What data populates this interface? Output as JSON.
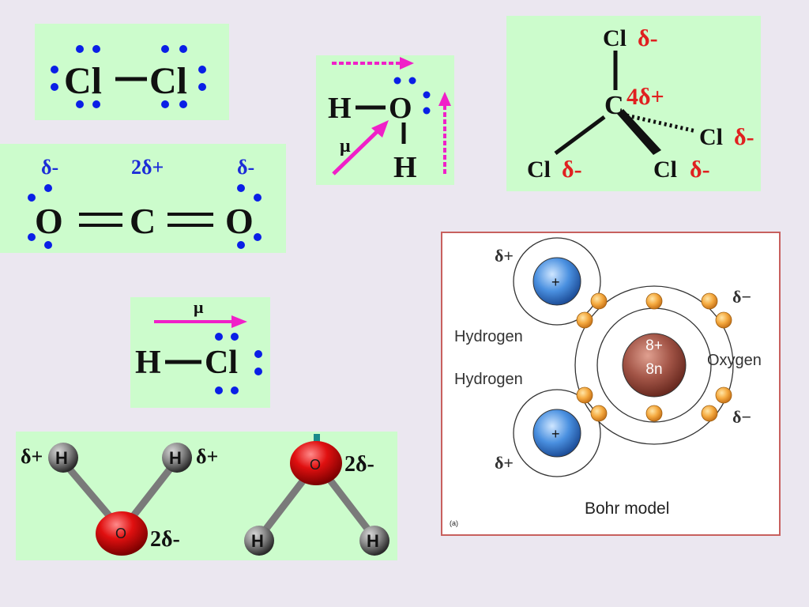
{
  "cl2": {
    "atom1": "Cl",
    "atom2": "Cl"
  },
  "co2": {
    "atom_left": "O",
    "atom_center": "C",
    "atom_right": "O",
    "charge_left": "δ-",
    "charge_center": "2δ+",
    "charge_right": "δ-"
  },
  "water_lewis": {
    "atom_h_top": "H",
    "atom_o": "O",
    "atom_h_bottom": "H",
    "dipole_symbol": "μ"
  },
  "ccl4": {
    "atom_c": "C",
    "charge_c": "4δ+",
    "cl_top": "Cl",
    "cl_right": "Cl",
    "cl_bottom_left": "Cl",
    "cl_bottom_right": "Cl",
    "charge_top": "δ-",
    "charge_right": "δ-",
    "charge_bottom_left": "δ-",
    "charge_bottom_right": "δ-"
  },
  "hcl": {
    "atom_h": "H",
    "atom_cl": "Cl",
    "dipole_symbol": "μ"
  },
  "water_models": {
    "left": {
      "h1": "H",
      "h2": "H",
      "o": "O",
      "charge_h1": "δ+",
      "charge_h2": "δ+",
      "charge_o": "2δ-"
    },
    "right": {
      "h1": "H",
      "h2": "H",
      "o": "O",
      "charge_o": "2δ-"
    }
  },
  "bohr": {
    "caption": "Bohr model",
    "panel_label": "(a)",
    "hydrogen_top_label": "Hydrogen",
    "hydrogen_bottom_label": "Hydrogen",
    "oxygen_label": "Oxygen",
    "nucleus_charge": "8+",
    "nucleus_neutrons": "8n",
    "proton_symbol_top": "+",
    "proton_symbol_bottom": "+",
    "delta_plus_top": "δ+",
    "delta_plus_bottom": "δ+",
    "delta_minus_top": "δ−",
    "delta_minus_bottom": "δ−"
  },
  "colors": {
    "panel_bg": "#ccfccc",
    "page_bg": "#ebe7f0",
    "electron_dot": "#0a1fe6",
    "charge_blue": "#1c2cd8",
    "charge_red": "#e02020",
    "dipole_arrow": "#f020c8",
    "oxygen_red": "#e01010",
    "hydrogen_gray": "#6a6a6a",
    "bohr_border": "#c8605e"
  }
}
